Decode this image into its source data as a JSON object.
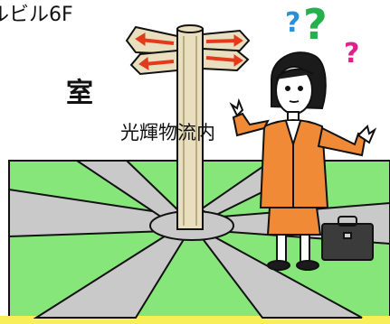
{
  "text": {
    "line1": "ルビル6F",
    "line2": "室",
    "line3": "光輝物流内"
  },
  "question_marks": [
    {
      "glyph": "?",
      "color": "#2b8fd6"
    },
    {
      "glyph": "?",
      "color": "#22b14c"
    },
    {
      "glyph": "?",
      "color": "#e0208a"
    }
  ],
  "colors": {
    "grass": "#86e67a",
    "path": "#c9c9c9",
    "post": "#e9dfbf",
    "arrow": "#e23a1a",
    "suit": "#f08a36",
    "skin": "#ffffff",
    "bottom_strip": "#f7ee5a"
  },
  "icons": [
    "signpost-icon",
    "person-icon",
    "briefcase-icon",
    "question-mark-icon"
  ]
}
